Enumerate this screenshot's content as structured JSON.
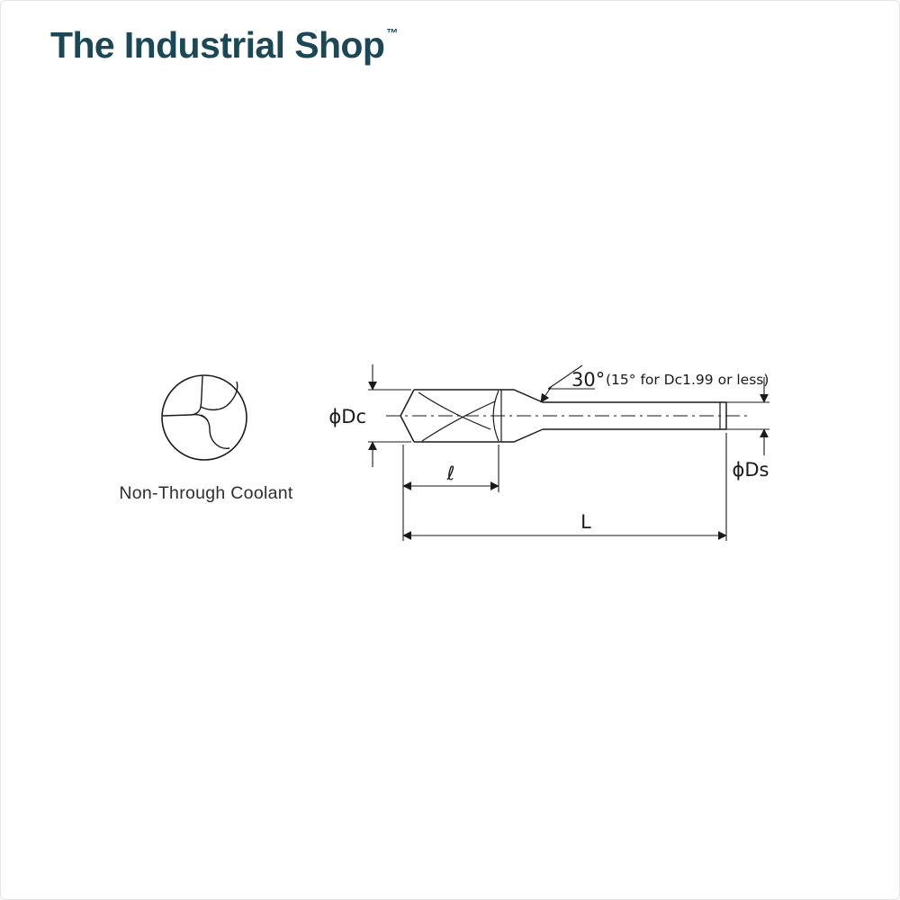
{
  "brand": {
    "name": "The Industrial Shop",
    "trademark": "™",
    "color": "#1b4756"
  },
  "diagram": {
    "caption": "Non-Through Coolant",
    "labels": {
      "cutting_diameter": "ϕDc",
      "shank_diameter": "ϕDs",
      "flute_length": "ℓ",
      "overall_length": "L",
      "point_angle": "30°",
      "point_angle_note": "(15° for Dc1.99 or less)"
    },
    "line_color": "#1a1a1a"
  }
}
